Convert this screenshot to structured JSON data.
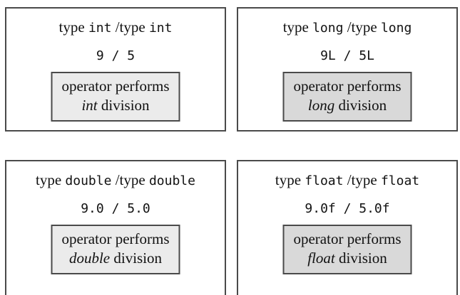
{
  "panels": {
    "int": {
      "word_type": "type",
      "type_left": "int",
      "separator": " /type ",
      "type_right": "int",
      "expression": "9 / 5",
      "note_line1": "operator performs",
      "note_type": "int",
      "note_suffix": " division"
    },
    "long": {
      "word_type": "type",
      "type_left": "long",
      "separator": " /type ",
      "type_right": "long",
      "expression": "9L / 5L",
      "note_line1": "operator performs",
      "note_type": "long",
      "note_suffix": " division"
    },
    "double": {
      "word_type": "type",
      "type_left": "double",
      "separator": " /type ",
      "type_right": "double",
      "expression": "9.0 / 5.0",
      "note_line1": "operator performs",
      "note_type": "double",
      "note_suffix": " division"
    },
    "float": {
      "word_type": "type",
      "type_left": "float",
      "separator": " /type ",
      "type_right": "float",
      "expression": "9.0f / 5.0f",
      "note_line1": "operator performs",
      "note_type": "float",
      "note_suffix": " division"
    }
  },
  "colors": {
    "border": "#4a4a4a",
    "note_fill_light": "#ebebeb",
    "note_fill_dark": "#d9d9d9"
  }
}
